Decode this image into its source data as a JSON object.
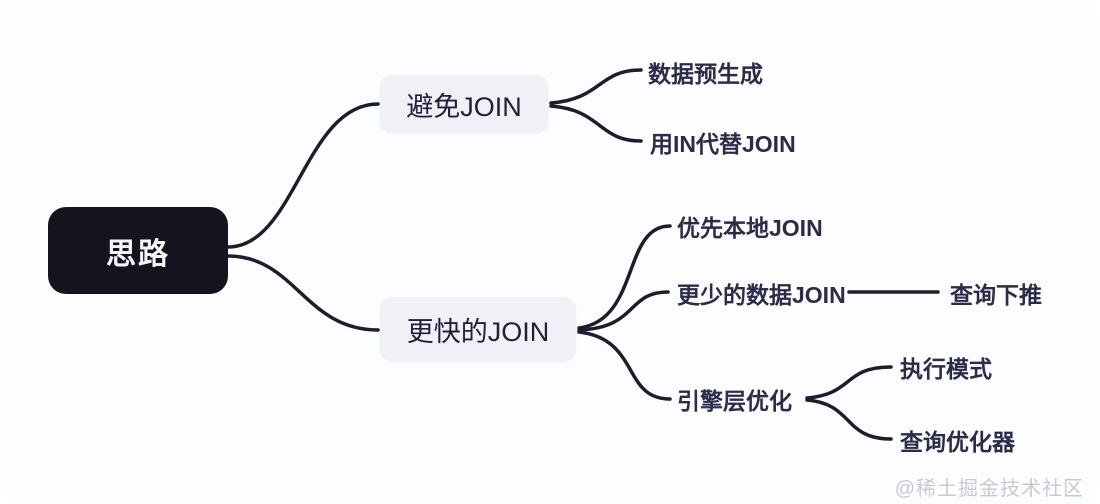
{
  "diagram": {
    "type": "mindmap",
    "root": {
      "label": "思路"
    },
    "branches": [
      {
        "label": "避免JOIN",
        "children": [
          {
            "label": "数据预生成"
          },
          {
            "label": "用IN代替JOIN"
          }
        ]
      },
      {
        "label": "更快的JOIN",
        "children": [
          {
            "label": "优先本地JOIN"
          },
          {
            "label": "更少的数据JOIN",
            "children": [
              {
                "label": "查询下推"
              }
            ]
          },
          {
            "label": "引擎层优化",
            "children": [
              {
                "label": "执行模式"
              },
              {
                "label": "查询优化器"
              }
            ]
          }
        ]
      }
    ]
  },
  "watermark": {
    "text": "@稀土掘金技术社区"
  },
  "colors": {
    "canvas_bg": "#fcfdff",
    "line": "#1d1d30",
    "root_bg": "#14141f",
    "root_text": "#f5f5f7",
    "branch_bg": "#f0f0f6",
    "branch_text": "#20203c",
    "leaf_text": "#2b2b4c",
    "watermark_text": "#c6cbd1"
  }
}
